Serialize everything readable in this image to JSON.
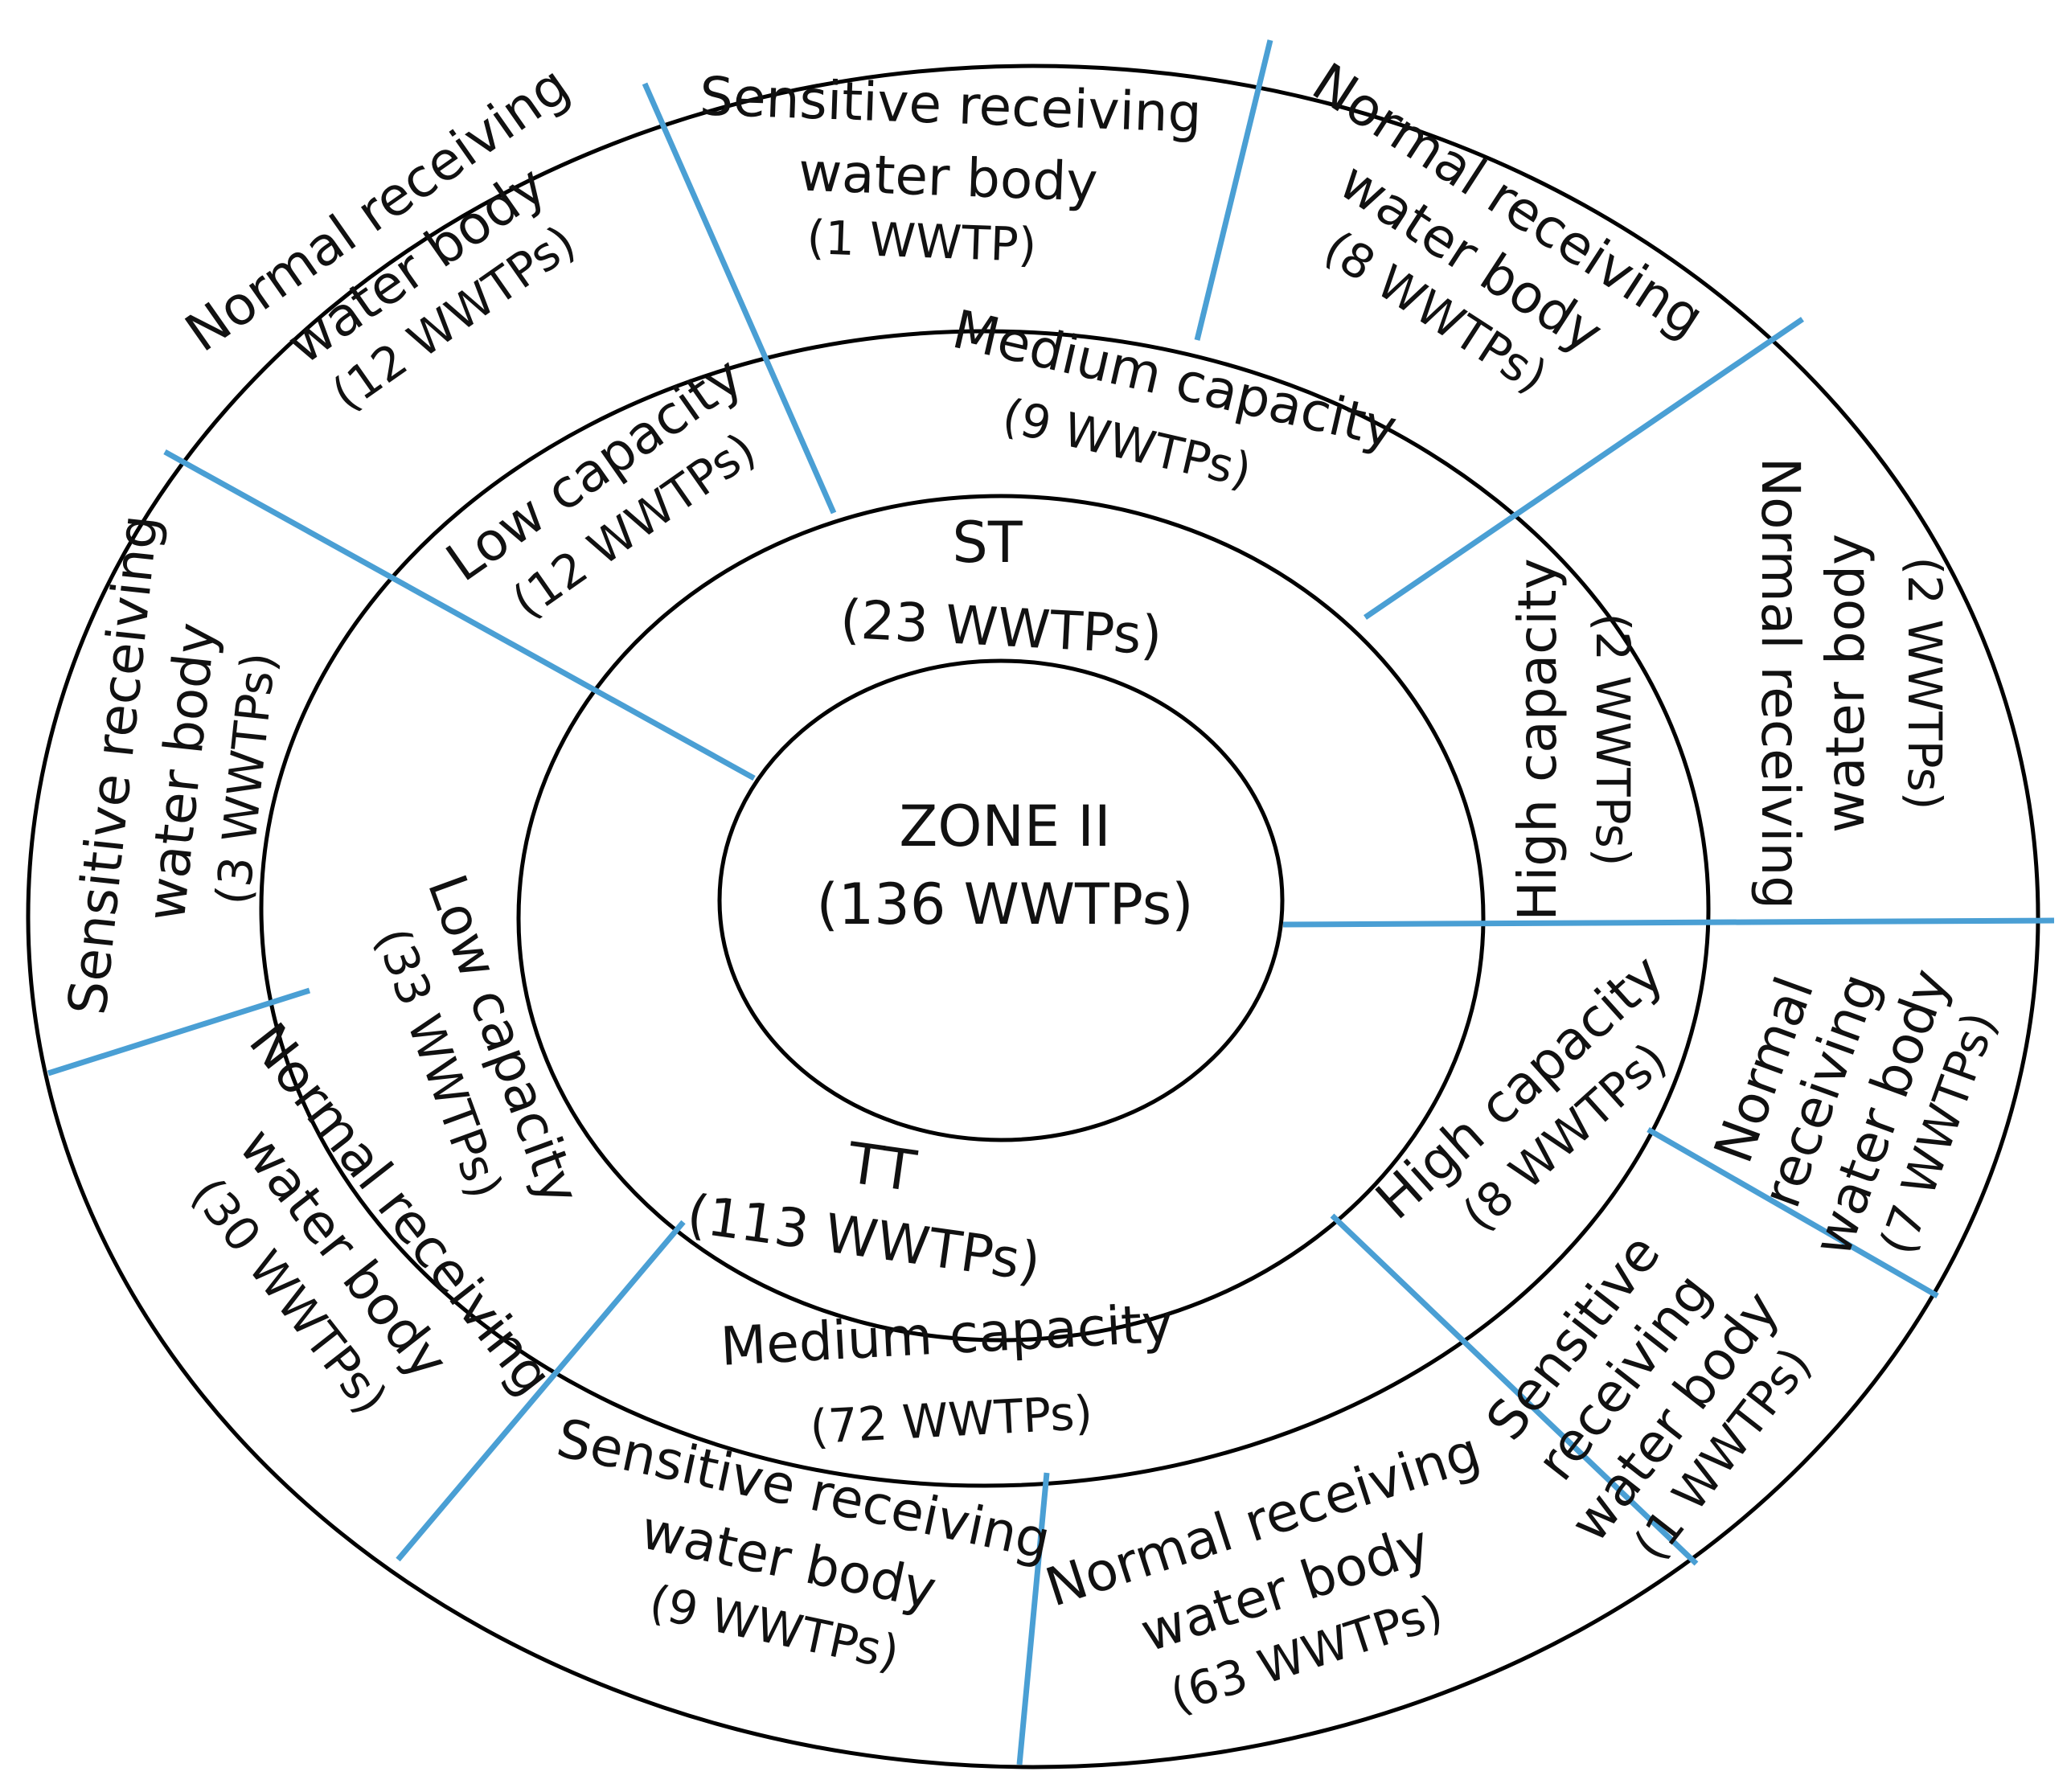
{
  "colors": {
    "ring_stroke": "#000000",
    "divider": "#4a9fd4",
    "background": "#ffffff"
  },
  "center": {
    "title": "ZONE II",
    "count": "(136 WWTPs)"
  },
  "treatment": {
    "st": {
      "name": "ST",
      "count": "(23 WWTPs)"
    },
    "tt": {
      "name": "TT",
      "count": "(113 WWTPs)"
    }
  },
  "capacity": {
    "st_low": {
      "name": "Low capacity",
      "count": "(12 WWTPs)"
    },
    "st_medium": {
      "name": "Medium capacity",
      "count": "(9 WWTPs)"
    },
    "st_high": {
      "name": "High capacity",
      "count": "(2 WWTPs)"
    },
    "tt_high": {
      "name": "High capacity",
      "count": "(8 WWTPs)"
    },
    "tt_medium": {
      "name": "Medium capacity",
      "count": "(72 WWTPs)"
    },
    "tt_low": {
      "name": "Low capacity",
      "count": "(33 WWTPs)"
    }
  },
  "receiving": {
    "st_low_normal": {
      "line1": "Normal receiving",
      "line2": "water body",
      "count": "(12 WWTPs)"
    },
    "st_medium_sensitive": {
      "line1": "Sensitive receiving",
      "line2": "water body",
      "count": "(1 WWTP)"
    },
    "st_medium_normal": {
      "line1": "Normal receiving",
      "line2": "water body",
      "count": "(8 WWTPs)"
    },
    "st_high_normal": {
      "line1": "Normal receiving",
      "line2": "water body",
      "count": "(2 WWTPs)"
    },
    "tt_high_normal": {
      "line1": "Normal",
      "line2": "receiving",
      "line3": "water body",
      "count": "(7 WWTPs)"
    },
    "tt_high_sensitive": {
      "line1": "Sensitive",
      "line2": "receiving",
      "line3": "water body",
      "count": "(1 WWTPs)"
    },
    "tt_medium_normal": {
      "line1": "Normal receiving",
      "line2": "water body",
      "count": "(63 WWTPs)"
    },
    "tt_medium_sensitive": {
      "line1": "Sensitive receiving",
      "line2": "water body",
      "count": "(9 WWTPs)"
    },
    "tt_low_normal": {
      "line1": "Normal receiving",
      "line2": "water body",
      "count": "(30 WWTPs)"
    },
    "tt_low_sensitive": {
      "line1": "Sensitive receiving",
      "line2": "water body",
      "count": "(3 WWTPs)"
    }
  }
}
